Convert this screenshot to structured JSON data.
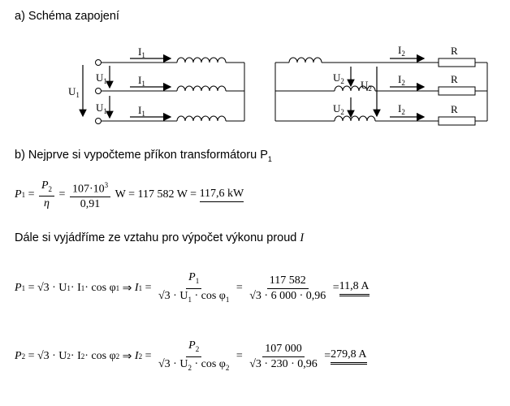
{
  "section_a": {
    "title": "a) Schéma zapojení"
  },
  "diagram": {
    "primary_current": "I",
    "primary_current_sub": "1",
    "primary_phase_voltage": "U",
    "primary_phase_voltage_sub": "1",
    "secondary_current": "I",
    "secondary_current_sub": "2",
    "secondary_phase_voltage": "U",
    "secondary_phase_voltage_sub": "2",
    "resistor_label": "R"
  },
  "section_b": {
    "title": "b) Nejprve si vypočteme příkon transformátoru P",
    "title_sub": "1",
    "formula1": {
      "lhs": "P",
      "lhs_sub": "1",
      "frac1_num": "P",
      "frac1_num_sub": "2",
      "frac1_den": "η",
      "frac2_num": "107·10",
      "frac2_num_sup": "3",
      "frac2_den": "0,91",
      "mid": "W = 117 582 W =",
      "result": "117,6 kW"
    }
  },
  "section_c": {
    "title": "Dále si vyjádříme ze vztahu pro výpočet výkonu proud",
    "title_var": "I",
    "formula2": {
      "lhs": "P",
      "lhs_sub": "1",
      "eq_body": "= √3 · U",
      "u_sub": "1",
      "i_part": " · I",
      "i_sub": "1",
      "cos_part": " · cos φ",
      "cos_sub": "1",
      "implies": "⇒",
      "rhs_var": "I",
      "rhs_sub": "1",
      "frac1_num": "P",
      "frac1_num_sub": "1",
      "frac1_den": "√3 · U",
      "frac1_den_sub": "1",
      "frac1_den_tail": " · cos φ",
      "frac1_den_tail_sub": "1",
      "frac2_num": "117 582",
      "frac2_den": "√3 · 6 000 · 0,96",
      "result": "11,8 A"
    },
    "formula3": {
      "lhs": "P",
      "lhs_sub": "2",
      "eq_body": "= √3 · U",
      "u_sub": "2",
      "i_part": " · I",
      "i_sub": "2",
      "cos_part": " · cos φ",
      "cos_sub": "2",
      "implies": "⇒",
      "rhs_var": "I",
      "rhs_sub": "2",
      "frac1_num": "P",
      "frac1_num_sub": "2",
      "frac1_den": "√3 · U",
      "frac1_den_sub": "2",
      "frac1_den_tail": " · cos φ",
      "frac1_den_tail_sub": "2",
      "frac2_num": "107 000",
      "frac2_den": "√3 · 230 · 0,96",
      "result": "279,8 A"
    }
  }
}
